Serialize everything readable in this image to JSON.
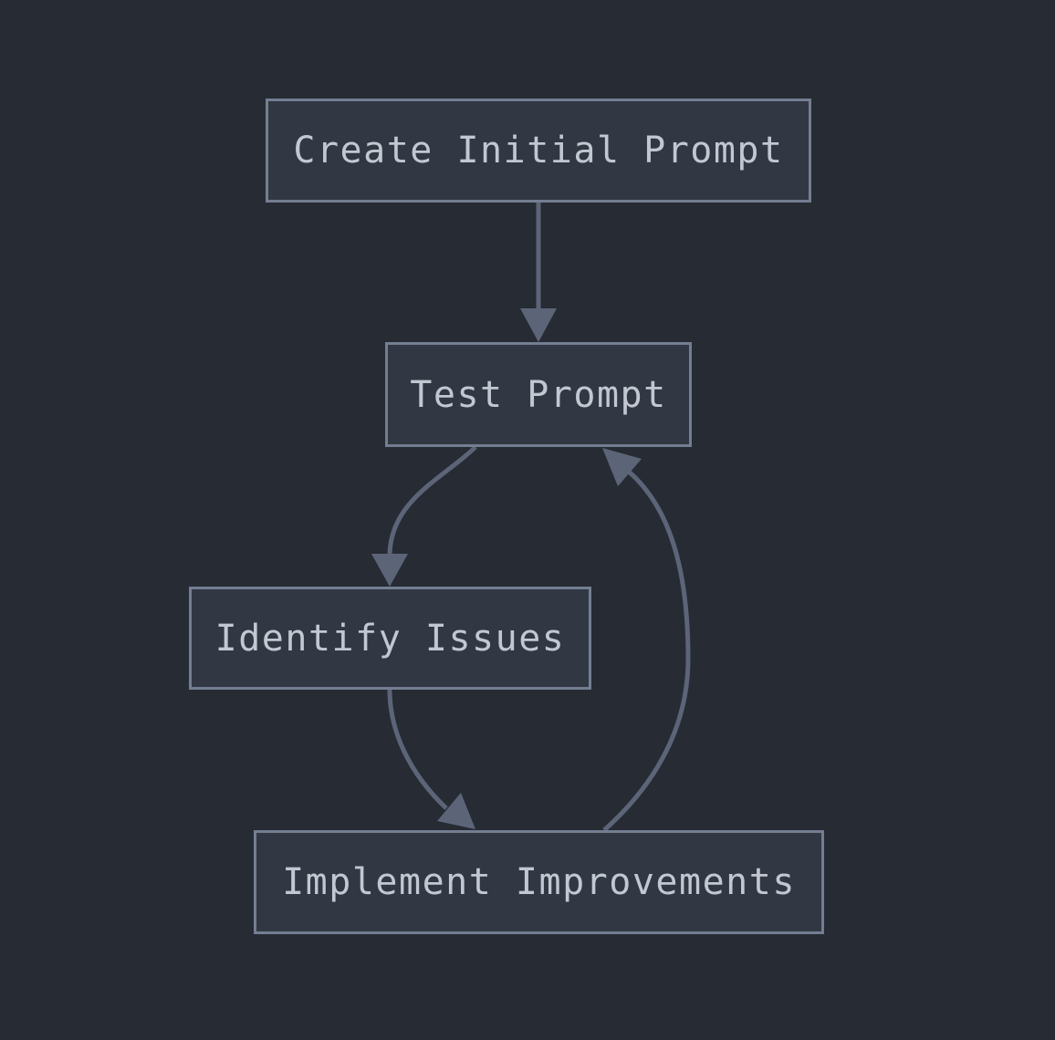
{
  "diagram": {
    "type": "flowchart",
    "direction": "top-down",
    "colors": {
      "background": "#272b33",
      "node_fill": "#323843",
      "node_border": "#747e92",
      "edge": "#5c6578",
      "text": "#c2c7d1"
    },
    "nodes": [
      {
        "id": "create_initial_prompt",
        "label": "Create Initial Prompt"
      },
      {
        "id": "test_prompt",
        "label": "Test Prompt"
      },
      {
        "id": "identify_issues",
        "label": "Identify Issues"
      },
      {
        "id": "implement_improvements",
        "label": "Implement Improvements"
      }
    ],
    "edges": [
      {
        "from": "create_initial_prompt",
        "to": "test_prompt"
      },
      {
        "from": "test_prompt",
        "to": "identify_issues"
      },
      {
        "from": "identify_issues",
        "to": "implement_improvements"
      },
      {
        "from": "implement_improvements",
        "to": "test_prompt"
      }
    ]
  }
}
